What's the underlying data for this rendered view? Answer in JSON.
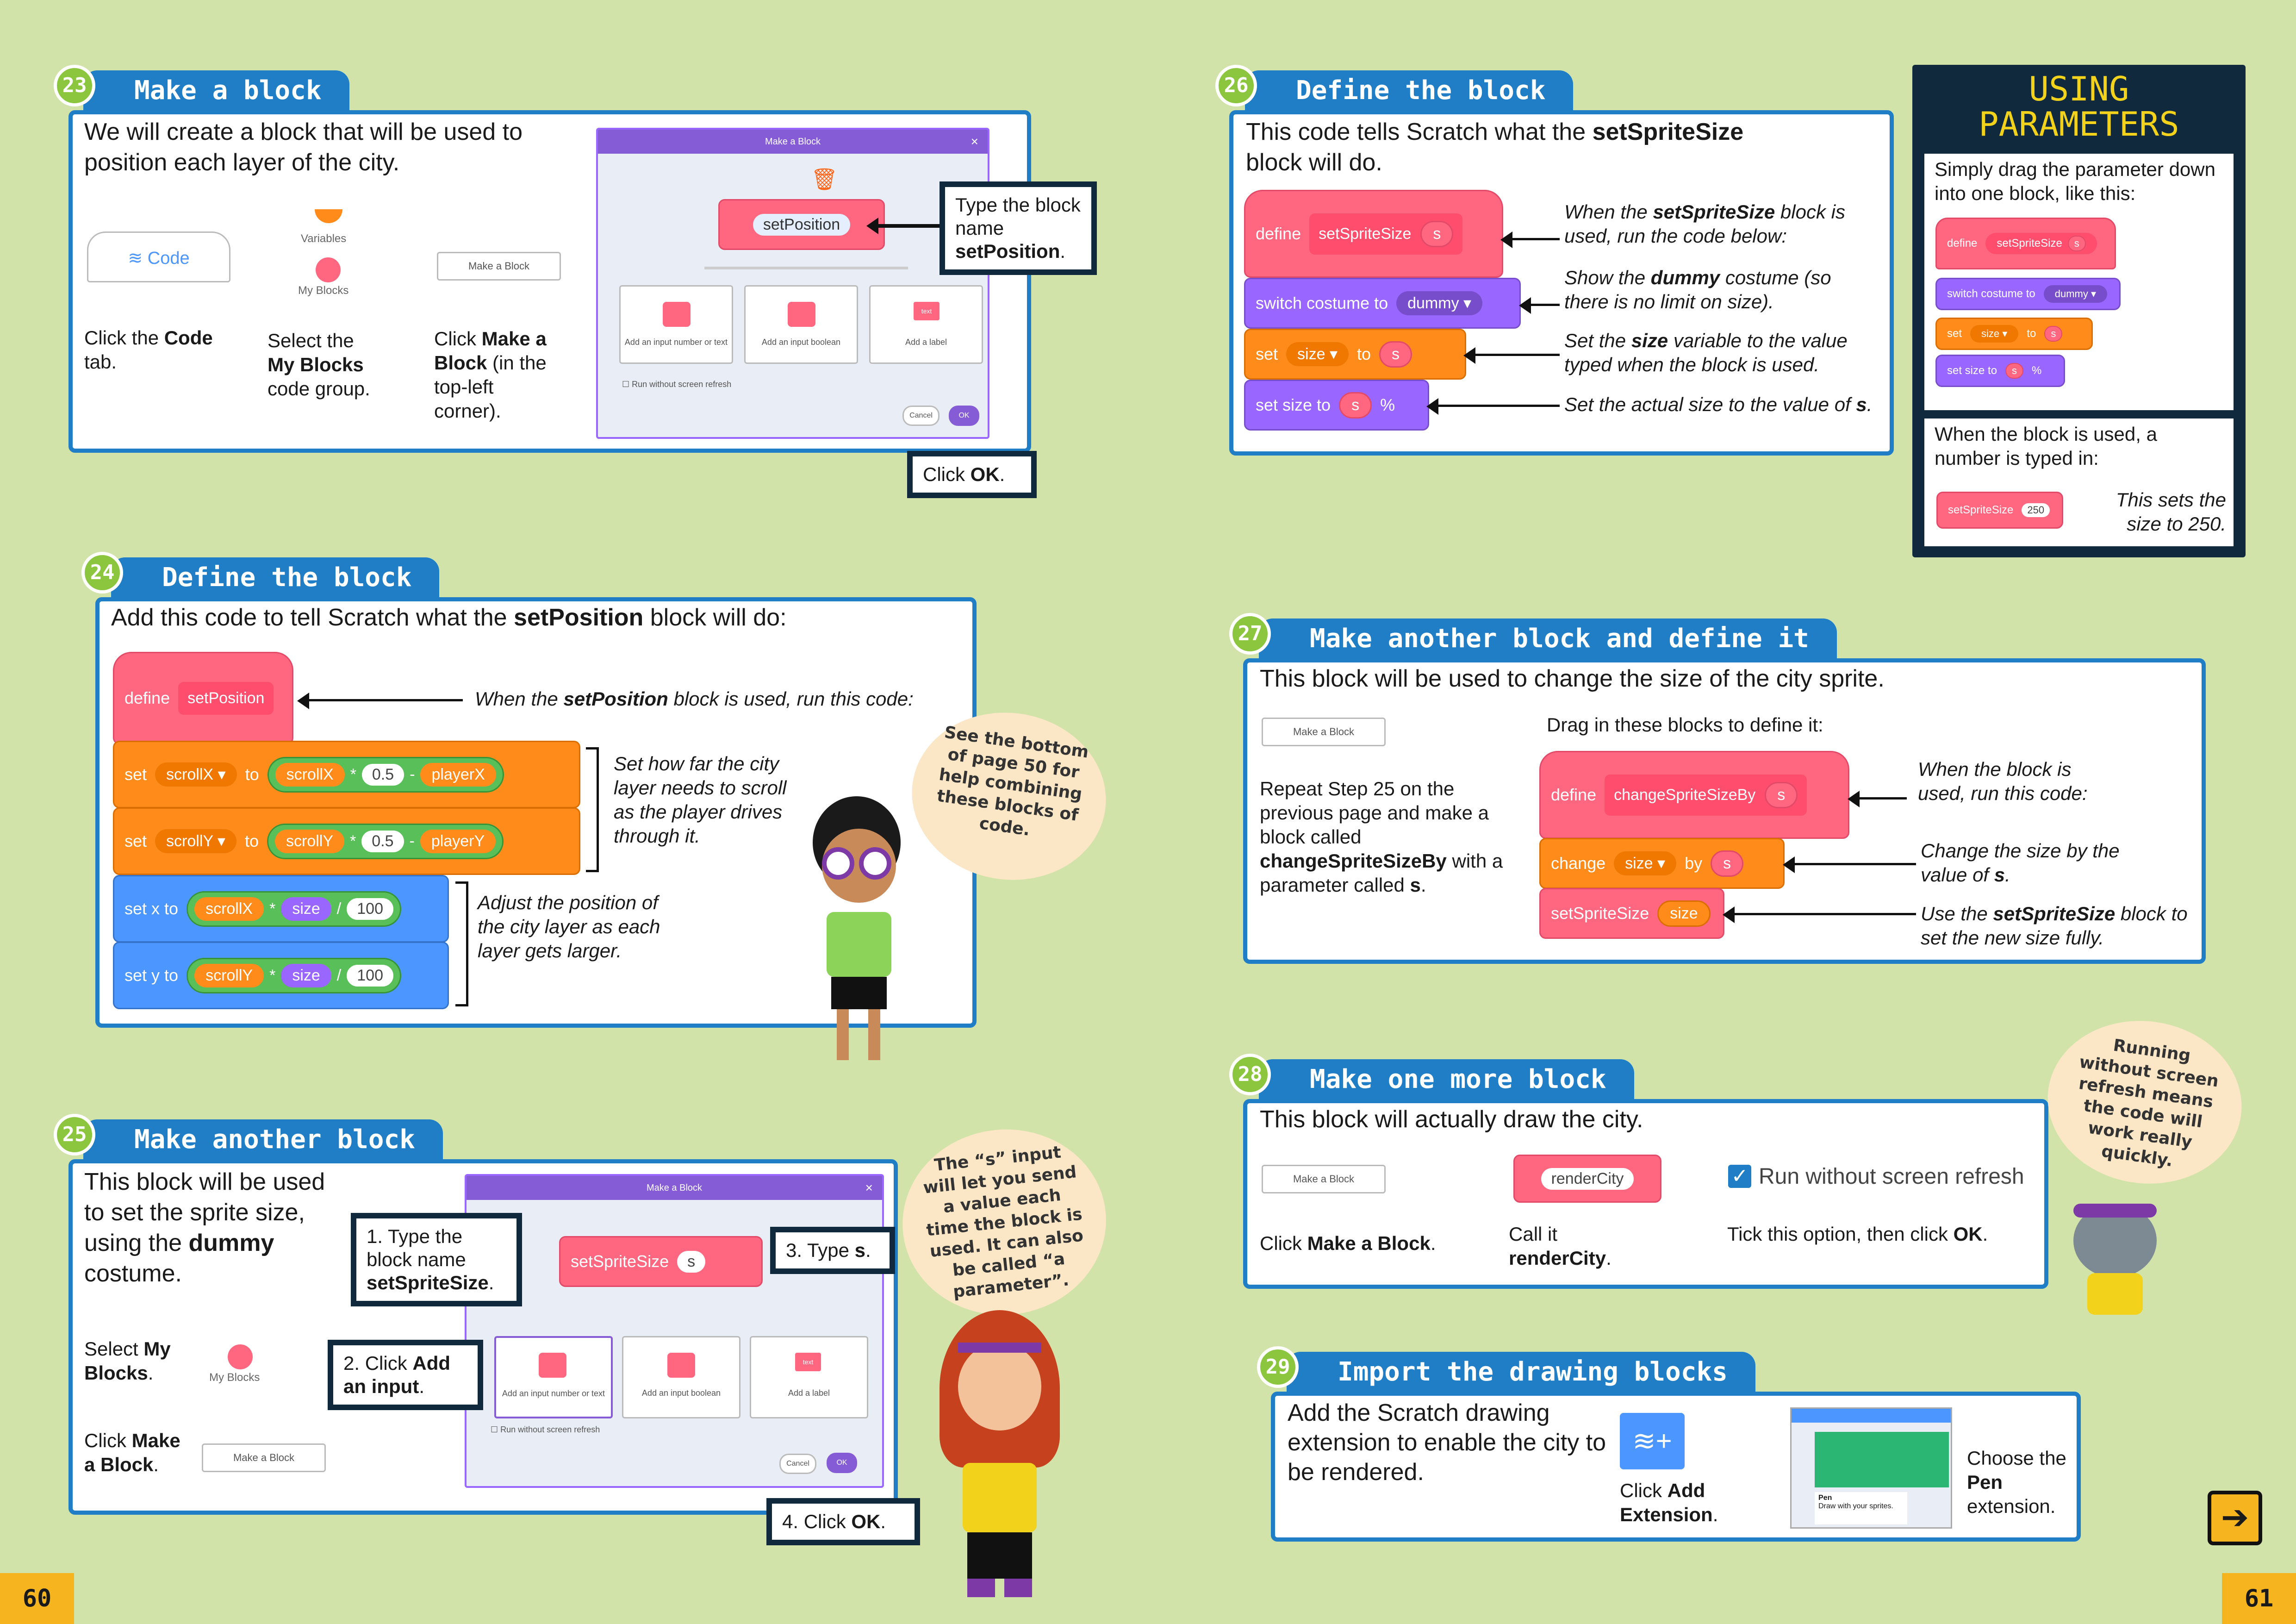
{
  "s23": {
    "num": "23",
    "title": "Make a block",
    "intro": "We will create a block that will be used to position each layer of the city.",
    "code_tab": "Code",
    "variables": "Variables",
    "my_blocks": "My Blocks",
    "make_a_block": "Make a Block",
    "step1a": "Click the ",
    "step1b": "Code",
    "step1c": " tab.",
    "step2a": "Select the",
    "step2b": "My Blocks",
    "step2c": "code group.",
    "step3a": "Click ",
    "step3b": "Make a Block",
    "step3c": " (in the top-left corner).",
    "dlg_title": "Make a Block",
    "block_name": "setPosition",
    "opt1": "Add an input number or text",
    "opt2": "Add an input boolean",
    "opt3": "Add a label",
    "opt3_icon": "text",
    "run_without": "Run without screen refresh",
    "cancel": "Cancel",
    "ok": "OK",
    "type_box_a": "Type the block name ",
    "type_box_b": "setPosition",
    "type_box_c": ".",
    "ok_box_a": "Click ",
    "ok_box_b": "OK",
    "ok_box_c": "."
  },
  "s24": {
    "num": "24",
    "title": "Define the block",
    "intro_a": "Add this code to tell Scratch what the ",
    "intro_b": "setPosition",
    "intro_c": " block will do:",
    "define": "define",
    "setPosition": "setPosition",
    "set": "set",
    "scrollX": "scrollX",
    "scrollY": "scrollY",
    "to": "to",
    "times": "*",
    "val05": "0.5",
    "minus": "-",
    "playerX": "playerX",
    "playerY": "playerY",
    "setx": "set x to",
    "sety": "set y to",
    "size": "size",
    "div": "/",
    "hundred": "100",
    "note1a": "When the ",
    "note1b": "setPosition",
    "note1c": " block is used, run this code:",
    "note2": "Set how far the city layer needs to scroll as the player drives through it.",
    "note3": "Adjust the position of the city layer as each layer gets larger.",
    "bubble": "See the bottom of page 50 for help combining these blocks of code."
  },
  "s25": {
    "num": "25",
    "title": "Make another block",
    "intro_a": "This block will be used to set the sprite size, using the ",
    "intro_b": "dummy",
    "intro_c": " costume.",
    "sel_a": "Select ",
    "sel_b": "My Blocks",
    "sel_c": ".",
    "my_blocks": "My Blocks",
    "click_a": "Click ",
    "click_b": "Make a Block",
    "click_c": ".",
    "make_a_block": "Make a Block",
    "dlg_title": "Make a Block",
    "block_name": "setSpriteSize",
    "input": "s",
    "opt1": "Add an input number or text",
    "opt2": "Add an input boolean",
    "opt3": "Add a label",
    "opt3_icon": "text",
    "run_without": "Run without screen refresh",
    "cancel": "Cancel",
    "ok": "OK",
    "box1a": "1. Type the block name ",
    "box1b": "setSpriteSize",
    "box1c": ".",
    "box2a": "2. Click ",
    "box2b": "Add an input",
    "box2c": ".",
    "box3a": "3. Type ",
    "box3b": "s",
    "box3c": ".",
    "box4a": "4. Click ",
    "box4b": "OK",
    "box4c": ".",
    "bubble": "The “s” input will let you send a value each time the block is used. It can also be called “a parameter”."
  },
  "s26": {
    "num": "26",
    "title": "Define the block",
    "intro_a": "This code tells Scratch what the ",
    "intro_b": "setSpriteSize",
    "intro_c": " block will do.",
    "define": "define",
    "setSpriteSize": "setSpriteSize",
    "s": "s",
    "switch": "switch costume to",
    "dummy": "dummy",
    "set": "set",
    "size": "size",
    "to": "to",
    "setsize": "set size to",
    "pct": "%",
    "n1a": "When the ",
    "n1b": "setSpriteSize",
    "n1c": " block is used, run the code below:",
    "n2a": "Show the ",
    "n2b": "dummy",
    "n2c": " costume (so there is no limit on size).",
    "n3a": "Set the ",
    "n3b": "size",
    "n3c": " variable to the value typed when the block is used.",
    "n4a": "Set the actual size to the value of ",
    "n4b": "s",
    "n4c": "."
  },
  "params": {
    "title1": "USING",
    "title2": "PARAMETERS",
    "text1": "Simply drag the parameter down into one block, like this:",
    "define": "define",
    "setSpriteSize": "setSpriteSize",
    "s": "s",
    "switch": "switch costume to",
    "dummy": "dummy",
    "set": "set",
    "size": "size",
    "to": "to",
    "setsize": "set size to",
    "pct": "%",
    "text2": "When the block is used, a number is typed in:",
    "val": "250",
    "text3": "This sets the size to 250."
  },
  "s27": {
    "num": "27",
    "title": "Make another block and define it",
    "intro": "This block will be used to change the size of the city sprite.",
    "make_a_block": "Make a Block",
    "drag": "Drag in these blocks to define it:",
    "repeat_a": "Repeat Step 25 on the previous page and make a block called ",
    "repeat_b": "changeSpriteSizeBy",
    "repeat_c": " with a parameter called ",
    "repeat_d": "s",
    "repeat_e": ".",
    "define": "define",
    "name": "changeSpriteSizeBy",
    "s": "s",
    "change": "change",
    "size": "size",
    "by": "by",
    "setSpriteSize": "setSpriteSize",
    "n1": "When the block is used, run this code:",
    "n2a": "Change the size by the value of ",
    "n2b": "s",
    "n2c": ".",
    "n3a": "Use the ",
    "n3b": "setSpriteSize",
    "n3c": " block to set the new size fully."
  },
  "s28": {
    "num": "28",
    "title": "Make one more block",
    "intro": "This block will actually draw the city.",
    "make_a_block": "Make a Block",
    "render": "renderCity",
    "run_without": "Run without screen refresh",
    "c1a": "Click ",
    "c1b": "Make a Block",
    "c1c": ".",
    "c2a": "Call it ",
    "c2b": "renderCity",
    "c2c": ".",
    "c3a": "Tick this option, then click ",
    "c3b": "OK",
    "c3c": ".",
    "bubble": "Running without screen refresh means the code will work really quickly."
  },
  "s29": {
    "num": "29",
    "title": "Import the drawing blocks",
    "intro": "Add the Scratch drawing extension to enable the city to be rendered.",
    "ext_a": "Click ",
    "ext_b": "Add Extension",
    "ext_c": ".",
    "pen_a": "Choose the ",
    "pen_b": "Pen",
    "pen_c": " extension.",
    "pen_label": "Pen",
    "pen_sub": "Draw with your sprites."
  },
  "pages": {
    "left": "60",
    "right": "61"
  },
  "colors": {
    "panel": "#1f7ec5",
    "step": "#8cc63f",
    "dark": "#10293d",
    "bg": "#d1e3a8",
    "page": "#f6b51e"
  }
}
